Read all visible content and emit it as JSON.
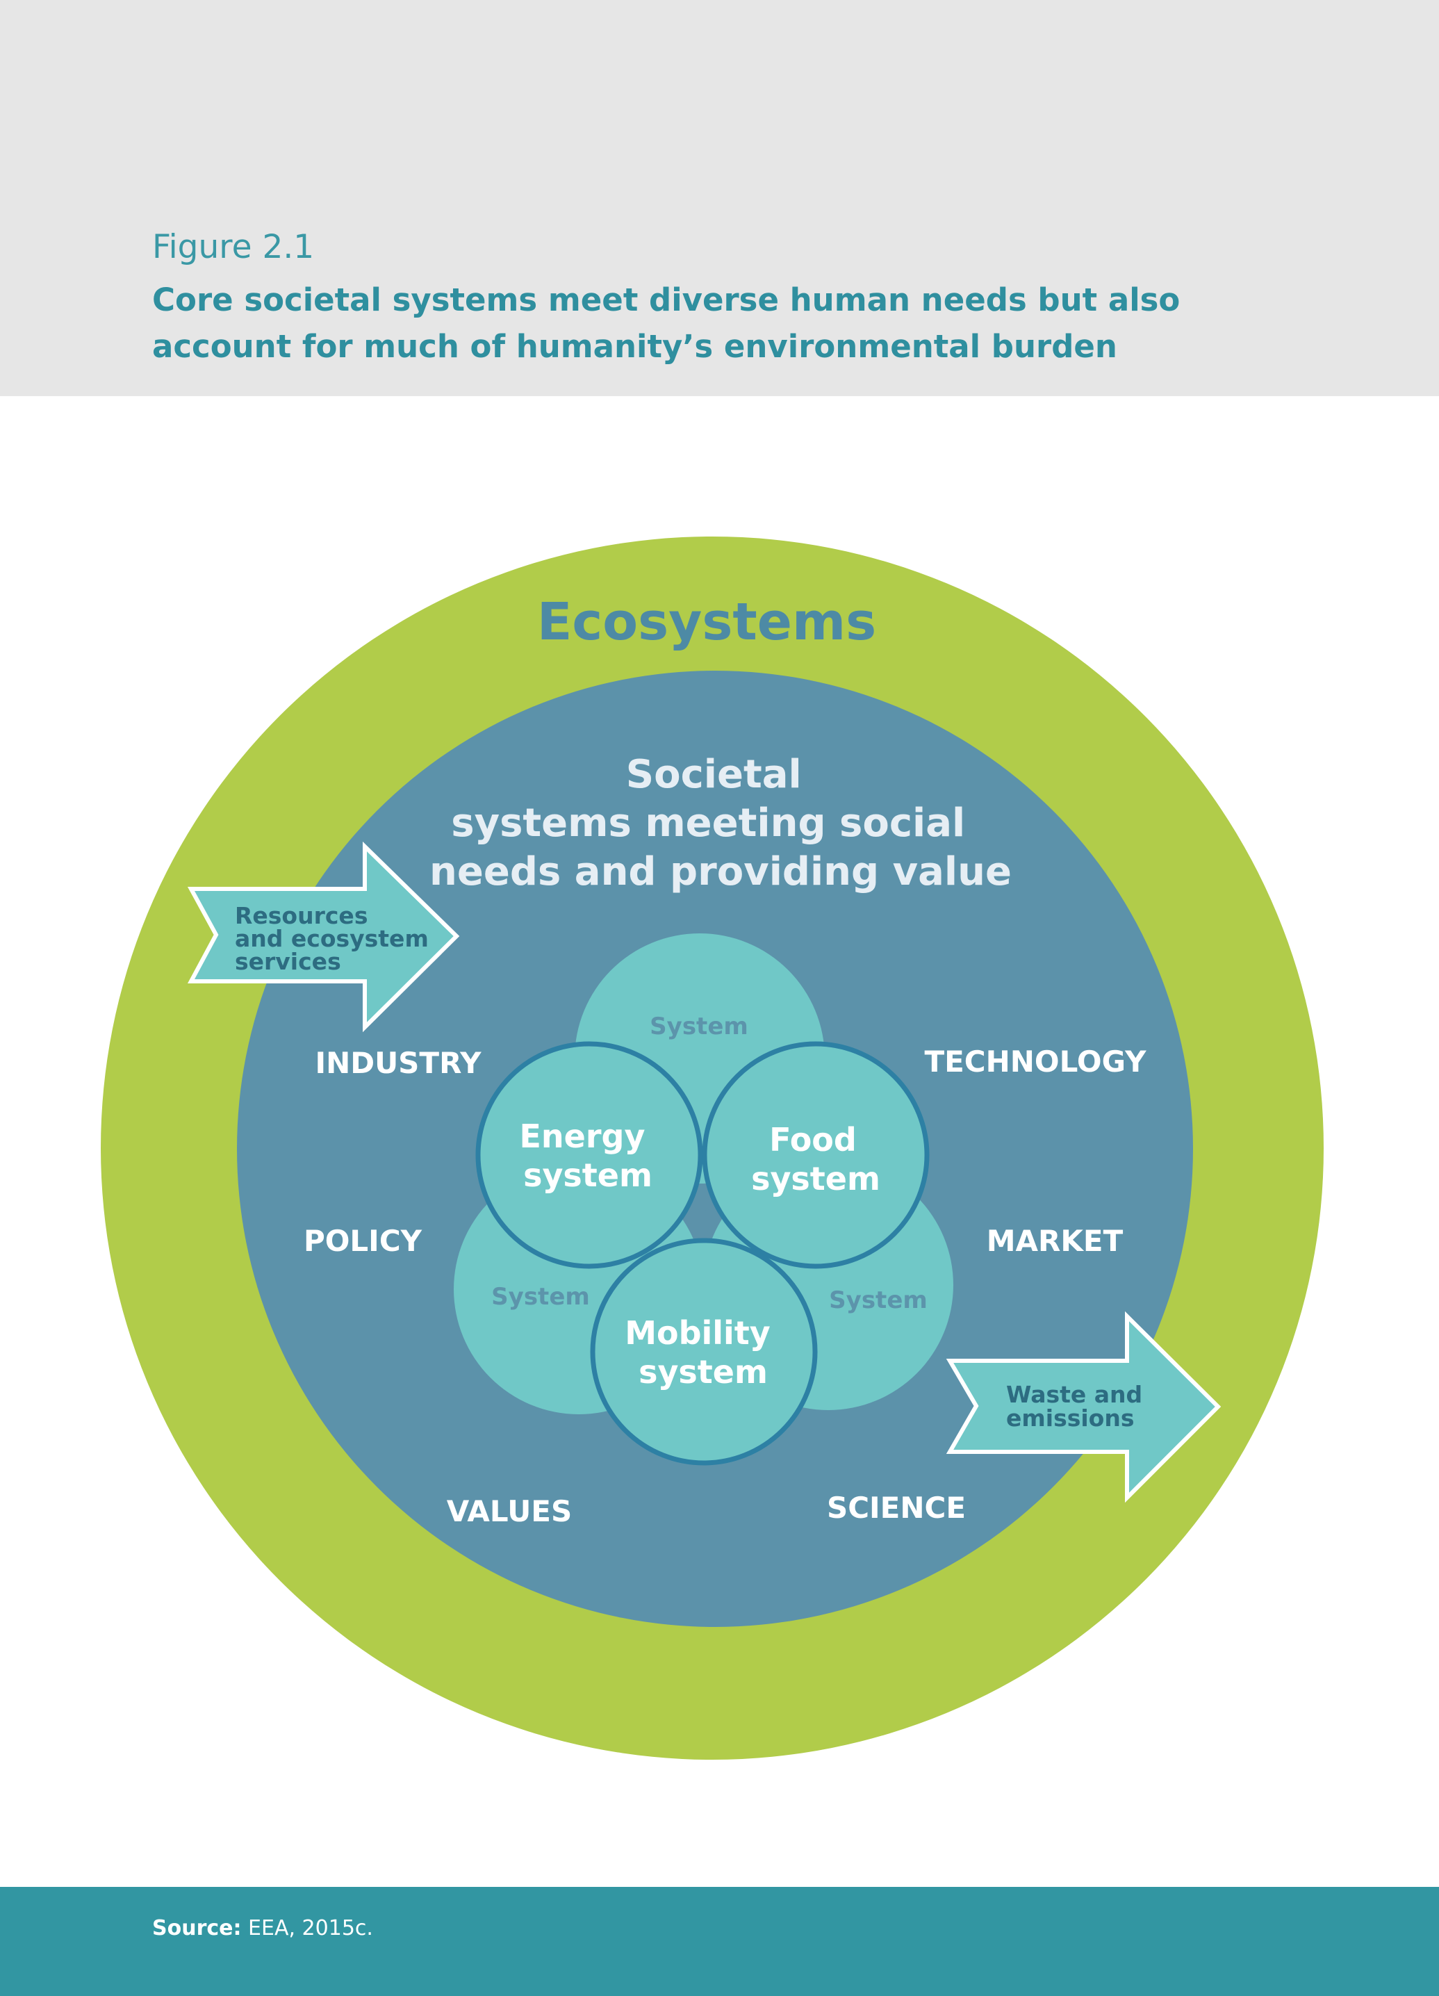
{
  "header": {
    "figure_label": "Figure 2.1",
    "title": "Core societal systems meet diverse human needs but also account for much of humanity’s environmental burden"
  },
  "diagram": {
    "outer_label": "Ecosystems",
    "inner_title_lines": [
      "Societal",
      "systems meeting social",
      "needs and providing value"
    ],
    "input_arrow_lines": [
      "Resources",
      "and ecosystem",
      "services"
    ],
    "output_arrow_lines": [
      "Waste and",
      "emissions"
    ],
    "drivers": {
      "industry": "INDUSTRY",
      "technology": "TECHNOLOGY",
      "policy": "POLICY",
      "market": "MARKET",
      "values": "VALUES",
      "science": "SCIENCE"
    },
    "background_systems": {
      "top": "System",
      "left": "System",
      "right": "System"
    },
    "core_systems": {
      "energy": [
        "Energy",
        "system"
      ],
      "food": [
        "Food",
        "system"
      ],
      "mobility": [
        "Mobility",
        "system"
      ]
    },
    "colors": {
      "ecosystem_ring": "#b1cc4a",
      "societal_disc": "#5c92aa",
      "system_circle": "#70c8c7",
      "circle_outline": "#2d80a4",
      "ecosystem_label": "#4d8aa5",
      "light_text": "#e6eef4"
    }
  },
  "footer": {
    "source_label": "Source:",
    "source_text": "EEA, 2015c."
  }
}
